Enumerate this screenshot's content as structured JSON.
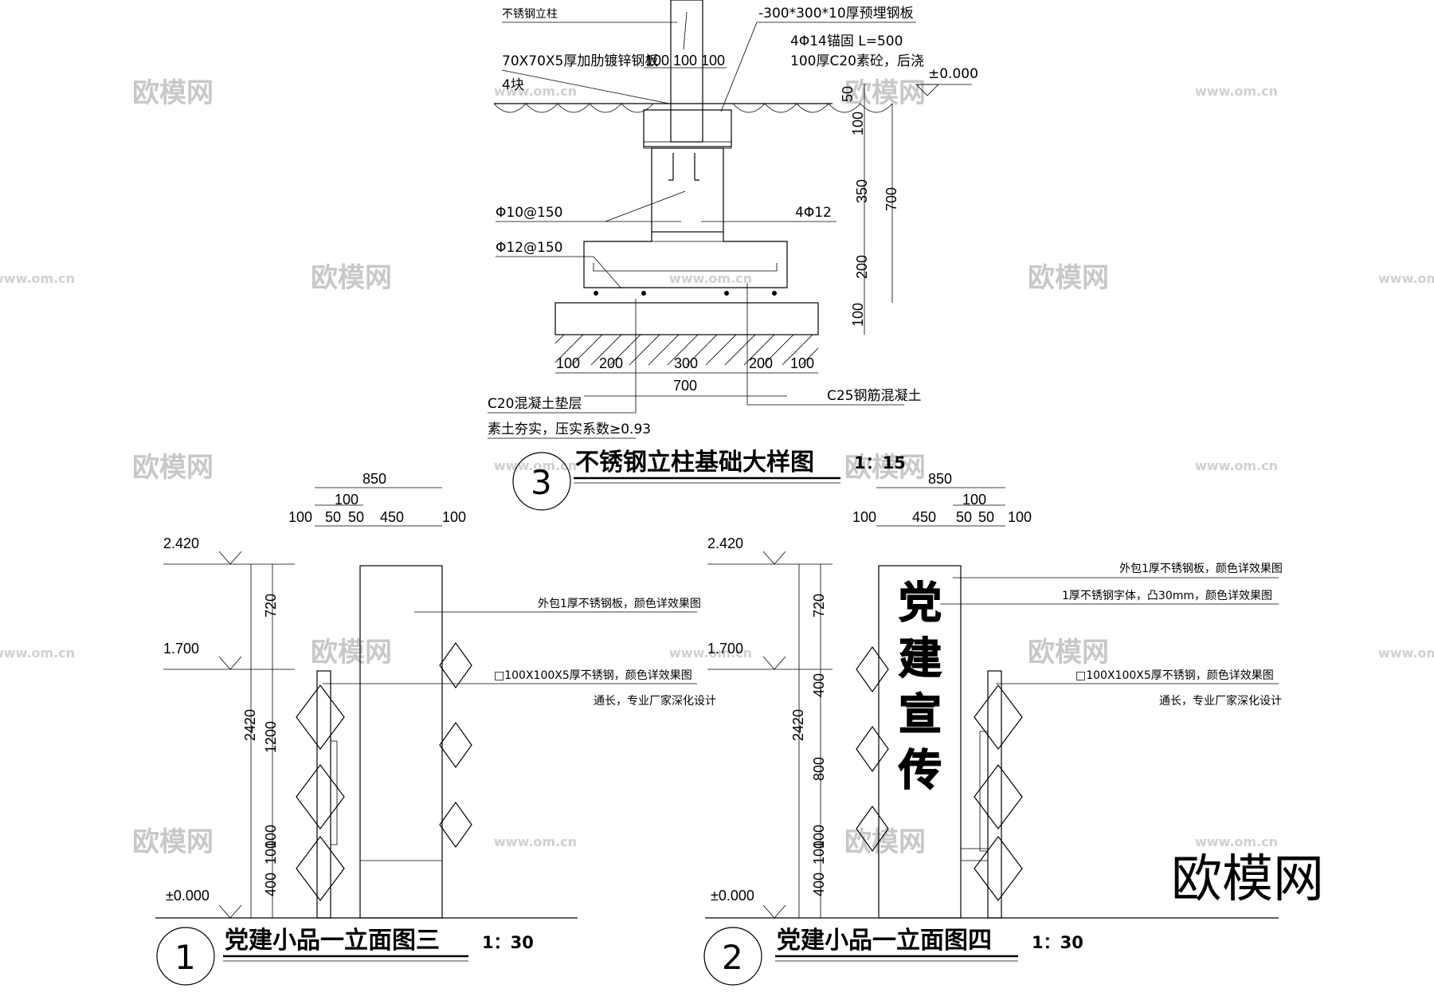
{
  "detail3": {
    "number": "3",
    "title": "不锈钢立柱基础大样图",
    "scale": "1：15",
    "labels": {
      "column": "不锈钢立柱",
      "plate": "70X70X5厚加肋镀锌钢板",
      "plate_qty": "4块",
      "embed_plate": "-300*300*10厚预埋钢板",
      "anchor": "4Φ14锚固 L=500",
      "c20_concrete": "100厚C20素砼，后浇",
      "elev": "±0.000",
      "rebar1": "Φ10@150",
      "rebar2": "Φ12@150",
      "rebar3": "4Φ12",
      "cushion": "C20混凝土垫层",
      "soil": "素土夯实，压实系数≥0.93",
      "rc": "C25钢筋混凝土"
    },
    "top_dims": [
      "100",
      "100",
      "100"
    ],
    "right_dims": [
      "50",
      "100",
      "350",
      "200",
      "100"
    ],
    "right_total": "700",
    "bottom_dims": [
      "100",
      "200",
      "300",
      "200",
      "100"
    ],
    "bottom_total": "700"
  },
  "elev1": {
    "number": "1",
    "title": "党建小品一立面图三",
    "scale": "1：30",
    "top_total": "850",
    "top_mid": "100",
    "top_dims": [
      "100",
      "50",
      "50",
      "450",
      "100"
    ],
    "levels": [
      "2.420",
      "1.700",
      "±0.000"
    ],
    "vert_dims": [
      "720",
      "1200",
      "100",
      "100",
      "400"
    ],
    "vert_total": "2420",
    "notes": {
      "cladding": "外包1厚不锈钢板，颜色详效果图",
      "tube": "□100X100X5厚不锈钢，颜色详效果图",
      "tube2": "通长，专业厂家深化设计"
    }
  },
  "elev2": {
    "number": "2",
    "title": "党建小品一立面图四",
    "scale": "1：30",
    "top_total": "850",
    "top_mid": "100",
    "top_dims": [
      "100",
      "450",
      "50",
      "50",
      "100"
    ],
    "levels": [
      "2.420",
      "1.700",
      "±0.000"
    ],
    "vert_dims": [
      "720",
      "400",
      "800",
      "100",
      "100",
      "400"
    ],
    "vert_total": "2420",
    "sign_chars": [
      "党",
      "建",
      "宣",
      "传"
    ],
    "notes": {
      "cladding": "外包1厚不锈钢板，颜色详效果图",
      "font": "1厚不锈钢字体，凸30mm，颜色详效果图",
      "tube": "□100X100X5厚不锈钢，颜色详效果图",
      "tube2": "通长，专业厂家深化设计"
    }
  },
  "watermark": {
    "brand": "欧模网",
    "site": "www.om.cn",
    "logo": "欧模网"
  }
}
